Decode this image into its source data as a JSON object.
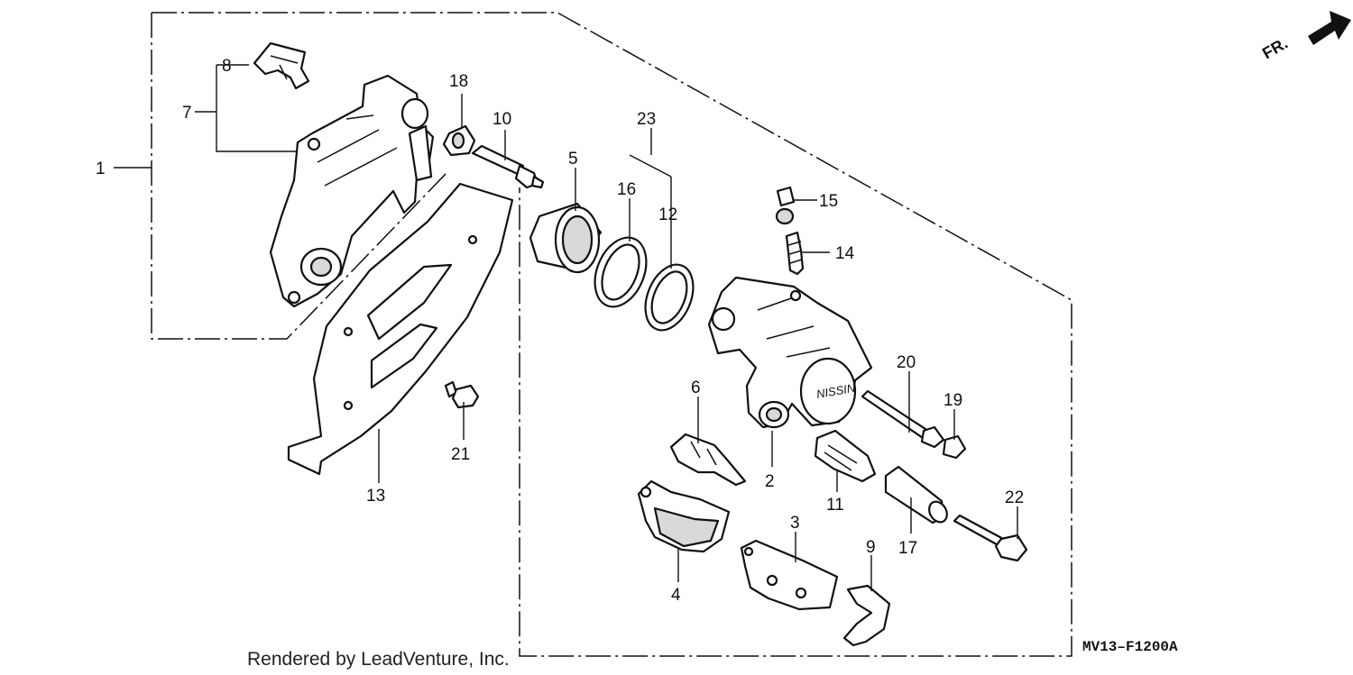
{
  "callouts": {
    "c1": "1",
    "c2": "2",
    "c3": "3",
    "c4": "4",
    "c5": "5",
    "c6": "6",
    "c7": "7",
    "c8": "8",
    "c9": "9",
    "c10": "10",
    "c11": "11",
    "c12": "12",
    "c13": "13",
    "c14": "14",
    "c15": "15",
    "c16": "16",
    "c17": "17",
    "c18": "18",
    "c19": "19",
    "c20": "20",
    "c21": "21",
    "c22": "22",
    "c23": "23"
  },
  "direction_label": "FR.",
  "credit": "Rendered by LeadVenture, Inc.",
  "diagram_code": "MV13–F1200A"
}
